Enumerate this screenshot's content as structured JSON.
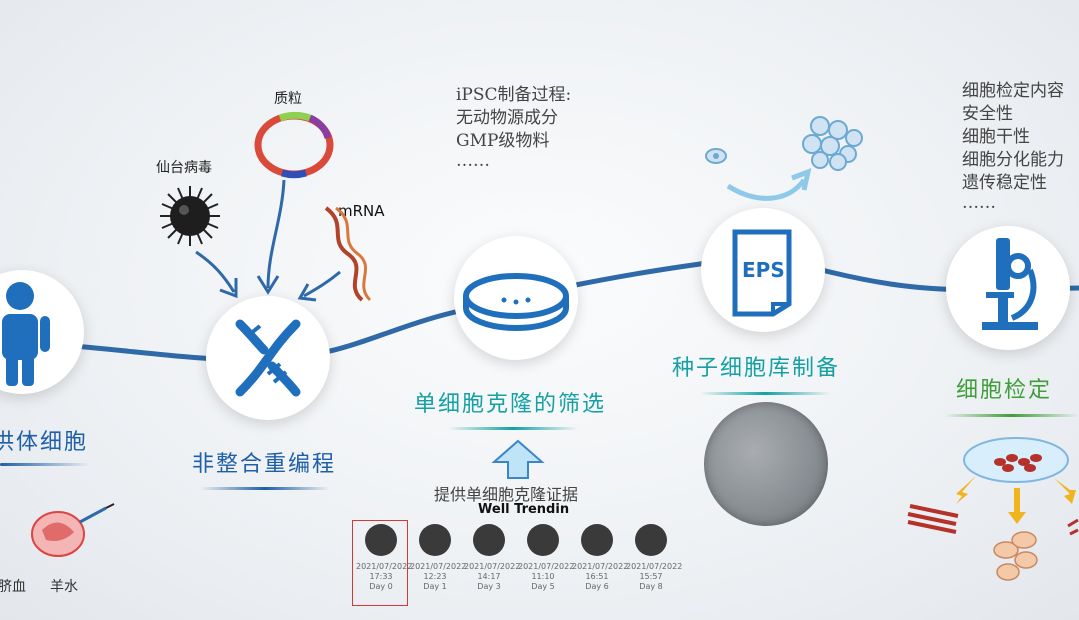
{
  "stages": [
    {
      "id": "donor",
      "title": "供体细胞"
    },
    {
      "id": "reprog",
      "title": "非整合重编程"
    },
    {
      "id": "screen",
      "title": "单细胞克隆的筛选"
    },
    {
      "id": "bank",
      "title": "种子细胞库制备"
    },
    {
      "id": "qc",
      "title": "细胞检定"
    }
  ],
  "donor_sources": [
    "脐血",
    "羊水"
  ],
  "vectors": {
    "plasmid": "质粒",
    "virus": "仙台病毒",
    "mrna": "mRNA"
  },
  "ipsc_notes": {
    "heading": "iPSC制备过程:",
    "items": [
      "无动物源成分",
      "GMP级物料",
      "……"
    ]
  },
  "qc_notes": {
    "heading": "细胞检定内容",
    "items": [
      "安全性",
      "细胞干性",
      "细胞分化能力",
      "遗传稳定性",
      "……"
    ]
  },
  "eps_label": "EPS",
  "clone_proof": "提供单细胞克隆证据",
  "well_trend": {
    "title": "Well Trendin",
    "wells": [
      {
        "date": "2021/07/2022",
        "time": "17:33",
        "day": "Day 0"
      },
      {
        "date": "2021/07/2022",
        "time": "12:23",
        "day": "Day 1"
      },
      {
        "date": "2021/07/2022",
        "time": "14:17",
        "day": "Day 3"
      },
      {
        "date": "2021/07/2022",
        "time": "11:10",
        "day": "Day 5"
      },
      {
        "date": "2021/07/2022",
        "time": "16:51",
        "day": "Day 6"
      },
      {
        "date": "2021/07/2022",
        "time": "15:57",
        "day": "Day 8"
      }
    ]
  },
  "colors": {
    "primary": "#1f5fa8",
    "teal": "#14a0a4",
    "green": "#3f9e3a",
    "curve": "#2f69a8"
  }
}
